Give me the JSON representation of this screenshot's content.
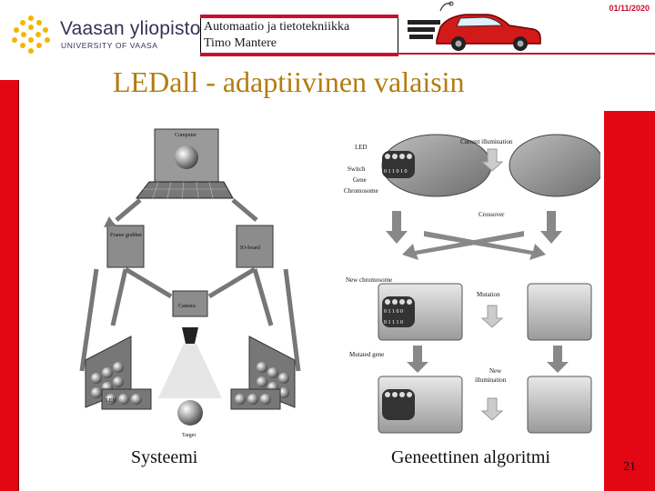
{
  "header": {
    "university_name": "Vaasan yliopisto",
    "university_sub": "UNIVERSITY OF VAASA",
    "course_title": "Automaatio ja tietotekniikka",
    "course_author": "Timo Mantere",
    "date": "01/11/2020"
  },
  "slide": {
    "title": "LEDall - adaptiivinen valaisin",
    "page_number": "21",
    "captions": {
      "left": "Systeemi",
      "right": "Geneettinen algoritmi"
    }
  },
  "left_diagram": {
    "computer": "Computer",
    "frame_grabber": "Frame grabber",
    "io_board": "IO-board",
    "camera": "Camera",
    "led": "LED",
    "target": "Target"
  },
  "right_diagram": {
    "led": "LED",
    "switch": "Switch",
    "gene": "Gene",
    "chromosome": "Chromosome",
    "bits": "0 1 1 0 1 0",
    "current_illumination": "Current illumination",
    "crossover": "Crossover",
    "new_chromosome": "New chromosome",
    "new_bits": "0 1 1 0 0",
    "new_bits_2": "0 1 1 1 0",
    "mutation": "Mutation",
    "mutated_gene": "Mutated gene",
    "new_illumination_1": "New",
    "new_illumination_2": "illumination"
  },
  "colors": {
    "accent_red": "#e30613",
    "title_gold": "#b37c0e",
    "brand_purple": "#3b2f57"
  }
}
